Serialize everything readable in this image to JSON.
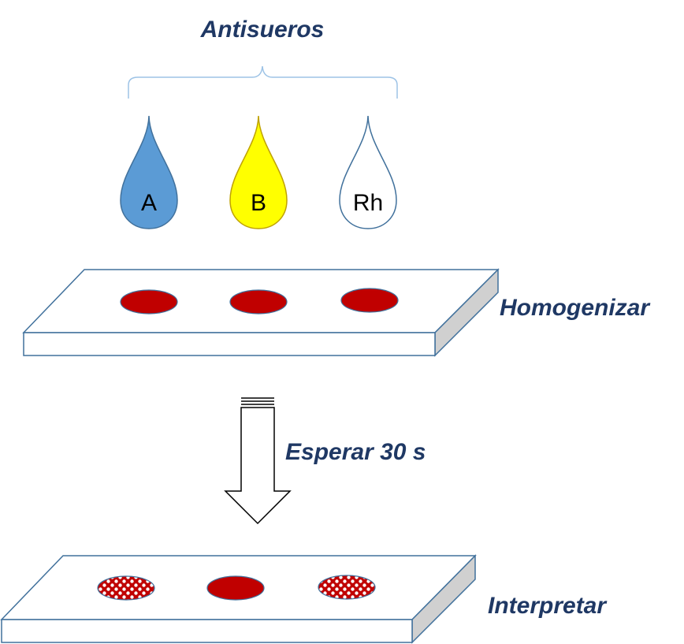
{
  "labels": {
    "antisera": "Antisueros",
    "homogenize": "Homogenizar",
    "wait": "Esperar 30 s",
    "interpret": "Interpretar"
  },
  "drops": [
    {
      "letter": "A",
      "fill": "#5b9bd5",
      "stroke": "#41719c",
      "text_color": "#000000"
    },
    {
      "letter": "B",
      "fill": "#ffff00",
      "stroke": "#bfa200",
      "text_color": "#000000"
    },
    {
      "letter": "Rh",
      "fill": "#ffffff",
      "stroke": "#41719c",
      "text_color": "#000000"
    }
  ],
  "colors": {
    "label_text": "#1f3864",
    "blood": "#c00000",
    "slide_face": "#ffffff",
    "slide_side": "#d0d0d0",
    "slide_stroke": "#41719c",
    "brace": "#9dc3e6"
  },
  "slide_results": {
    "after_homogenize": [
      "uniform",
      "uniform",
      "uniform"
    ],
    "after_wait": [
      "agglutinated",
      "uniform",
      "agglutinated"
    ]
  }
}
